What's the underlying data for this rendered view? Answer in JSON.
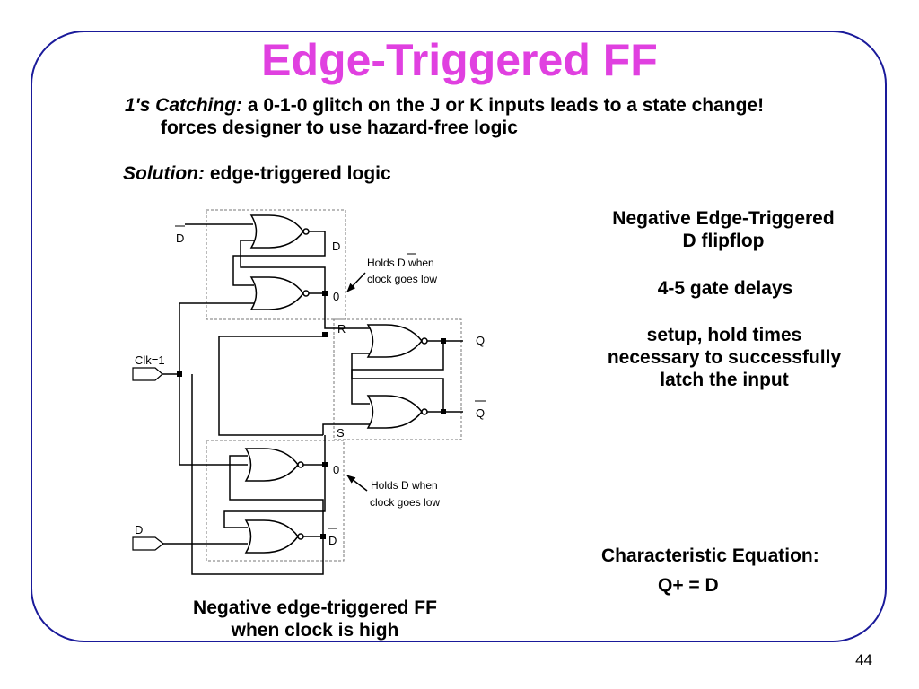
{
  "title": "Edge-Triggered FF",
  "bullet1": {
    "label": "1's Catching:",
    "text": " a 0-1-0 glitch on the J or K inputs leads to a state change!",
    "line2": "forces designer to use hazard-free logic"
  },
  "solution": {
    "label": "Solution:",
    "text": " edge-triggered logic"
  },
  "right_notes": {
    "heading_line1": "Negative Edge-Triggered",
    "heading_line2": "D flipflop",
    "delays": "4-5 gate delays",
    "setup_line1": "setup, hold times",
    "setup_line2": "necessary to successfully",
    "setup_line3": "latch the input",
    "char_eq_label": "Characteristic Equation:",
    "char_eq": "Q+ = D"
  },
  "caption": {
    "line1": "Negative edge-triggered FF",
    "line2": "when clock is high"
  },
  "diagram": {
    "d_bar_in": "D",
    "d_bar_out": "D",
    "d_top": "D",
    "zero_top": "0",
    "zero_bottom": "0",
    "r": "R",
    "s": "S",
    "q": "Q",
    "q_bar": "Q",
    "clk": "Clk=1",
    "d_in": "D",
    "holds_dbar_pre": "Holds ",
    "holds_dbar_d": "D",
    "holds_dbar_post": " when",
    "holds_dbar_line2": "clock goes low",
    "holds_d_line1": "Holds D when",
    "holds_d_line2": "clock goes low"
  },
  "page_number": "44",
  "colors": {
    "title": "#e040e0",
    "frame": "#1a1a9a"
  }
}
